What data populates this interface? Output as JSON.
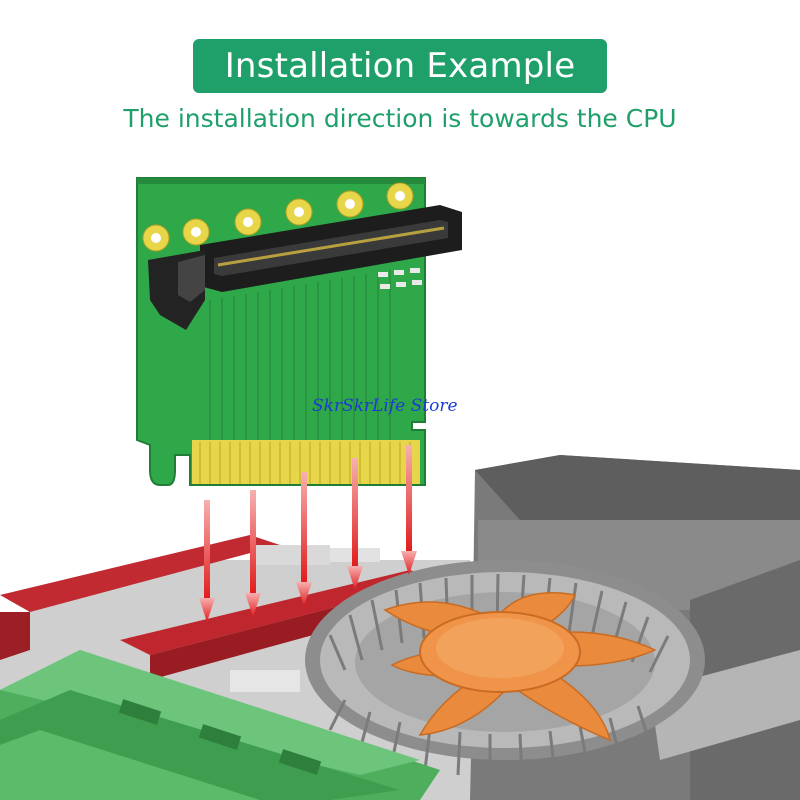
{
  "header": {
    "title": "Installation Example",
    "subtitle": "The installation direction is towards the CPU"
  },
  "watermark": "SkrSkrLife Store",
  "colors": {
    "accent": "#1fa06a",
    "pcb_green": "#2fa84a",
    "gold_contacts": "#e7d64a",
    "arrow_red": "#e11a1a",
    "slot_red": "#b8232a",
    "fan_orange": "#e98a3c",
    "heatsink_gray": "#9a9a9a",
    "cooler_dark": "#6b6b6b",
    "ram_green": "#5db86b",
    "watermark_blue": "#1e3bd1"
  }
}
